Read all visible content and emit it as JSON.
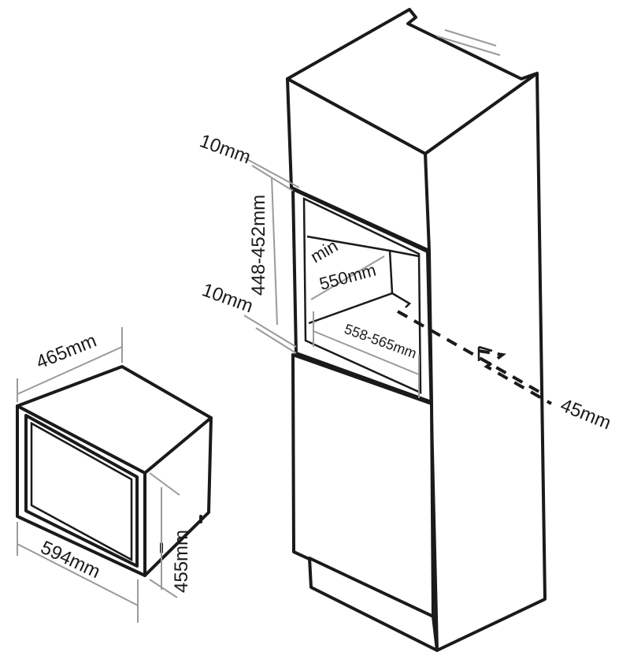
{
  "labels": {
    "microwave_width": "465mm",
    "microwave_front_width": "594mm",
    "microwave_height": "455mm",
    "gap_top": "10mm",
    "gap_bottom": "10mm",
    "niche_height": "448-452mm",
    "min_label": "min",
    "min_depth": "550mm",
    "niche_width": "558-565mm",
    "rear_gap": "45mm"
  }
}
